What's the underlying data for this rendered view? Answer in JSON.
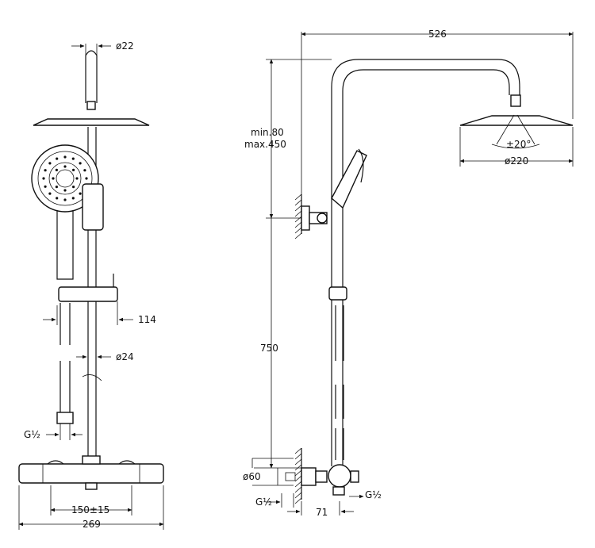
{
  "dimensions": {
    "pipe_top_diameter": "ø22",
    "slider_offset": "114",
    "pipe_diameter": "ø24",
    "inlet_thread_front": "G½",
    "inlet_spacing": "150±15",
    "mixer_width": "269",
    "reach": "526",
    "height_adjust_min": "min.80",
    "height_adjust_max": "max.450",
    "tilt_angle": "±20°",
    "head_diameter": "ø220",
    "height": "750",
    "escutcheon_diameter": "ø60",
    "inlet_thread_side_left": "G½",
    "inlet_thread_side_right": "G½",
    "wall_offset": "71"
  }
}
